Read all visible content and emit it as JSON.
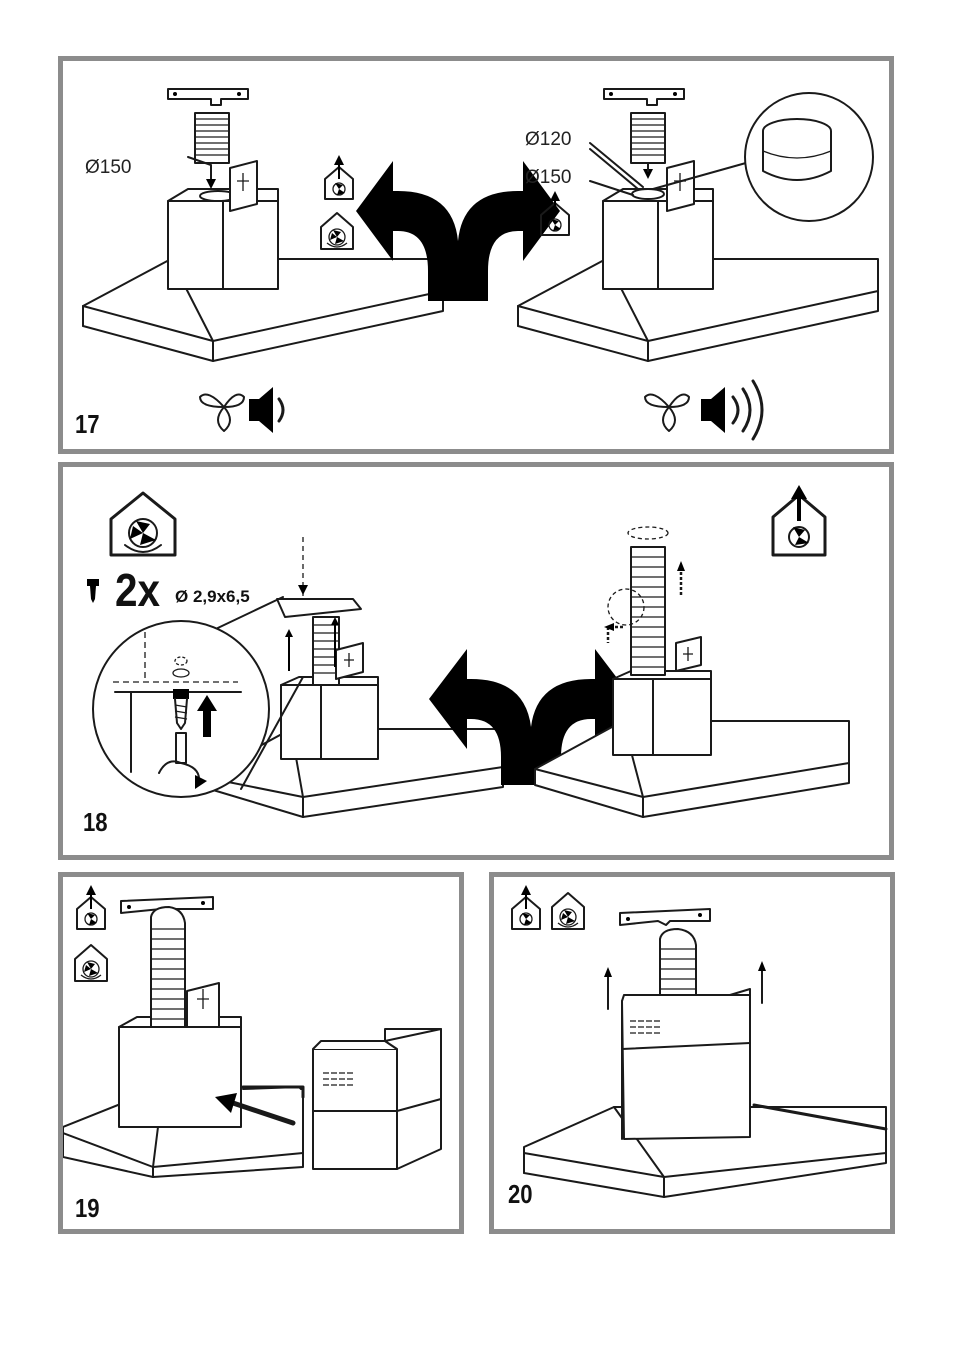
{
  "steps": [
    {
      "number": "17",
      "dims_left": [
        "Ø150"
      ],
      "dims_right": [
        "Ø120",
        "Ø150"
      ]
    },
    {
      "number": "18",
      "screw_count": "2x",
      "screw_size": "Ø 2,9x6,5"
    },
    {
      "number": "19"
    },
    {
      "number": "20"
    }
  ],
  "icons": {
    "extraction": "house-fan-arrow-up-icon",
    "recirculation": "house-fan-recirculation-icon",
    "fan": "fan-icon",
    "speaker": "speaker-icon",
    "screw": "screw-icon",
    "screwdriver": "screwdriver-icon",
    "direction_arrow": "double-branch-arrow-icon"
  },
  "colors": {
    "border": "#8c8c8c",
    "ink": "#1a1a1a"
  }
}
